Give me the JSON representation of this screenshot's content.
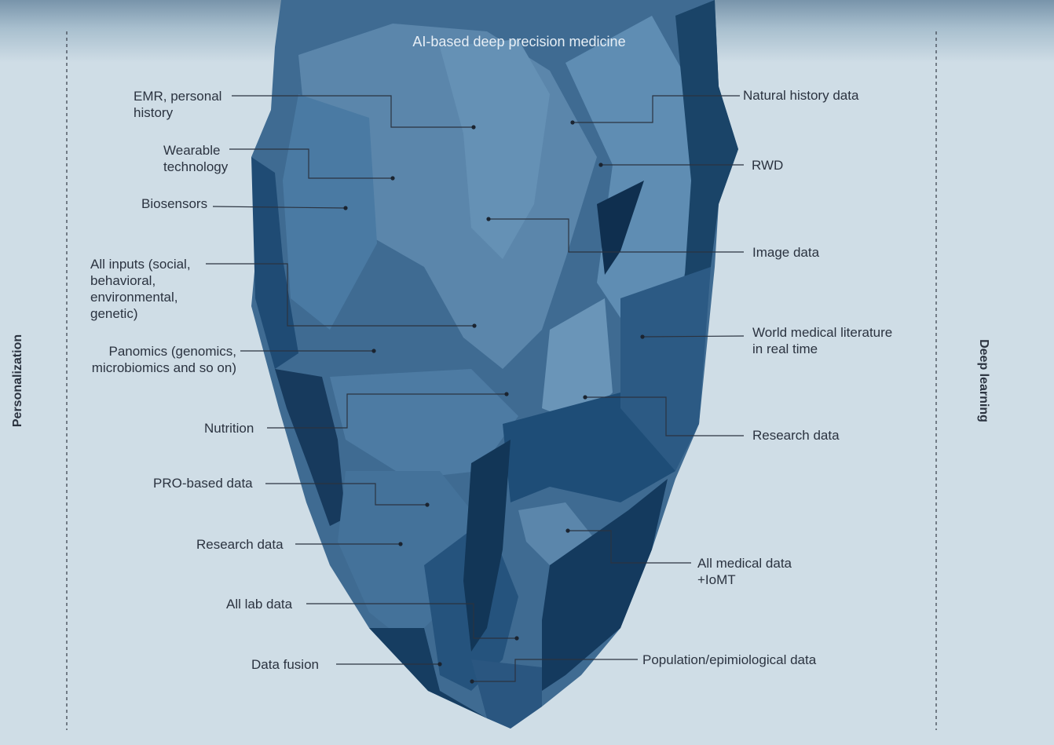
{
  "title": "AI-based deep precision medicine",
  "side_labels": {
    "left": "Personalization",
    "right": "Deep learning"
  },
  "left_labels": [
    {
      "text": "EMR, personal\nhistory"
    },
    {
      "text": "Wearable\ntechnology"
    },
    {
      "text": "Biosensors"
    },
    {
      "text": "All inputs (social,\nbehavioral,\nenvironmental,\ngenetic)"
    },
    {
      "text": "Panomics (genomics,\nmicrobiomics and so on)"
    },
    {
      "text": "Nutrition"
    },
    {
      "text": "PRO-based data"
    },
    {
      "text": "Research data"
    },
    {
      "text": "All lab data"
    },
    {
      "text": "Data fusion"
    }
  ],
  "right_labels": [
    {
      "text": "Natural history data"
    },
    {
      "text": "RWD"
    },
    {
      "text": "Image data"
    },
    {
      "text": "World medical literature\nin real time"
    },
    {
      "text": "Research data"
    },
    {
      "text": "All medical data\n+IoMT"
    },
    {
      "text": "Population/epimiological data"
    }
  ],
  "colors": {
    "background": "#cfdde6",
    "water_top": "#7c98ad",
    "ice_light": "#5b86ab",
    "ice_mid": "#3f6b92",
    "ice_dark": "#1a4468",
    "ice_darkest": "#0f2f4f",
    "text": "#2b3340",
    "leader": "#2b3340"
  }
}
